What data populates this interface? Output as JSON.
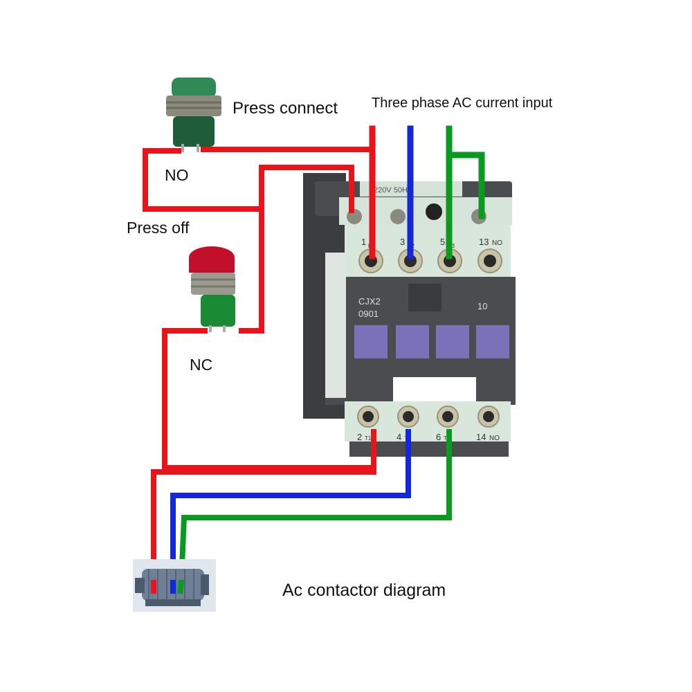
{
  "labels": {
    "press_connect": "Press connect",
    "three_phase_input": "Three phase AC current input",
    "no_contact": "NO",
    "press_off": "Press off",
    "nc_contact": "NC",
    "diagram_title": "Ac contactor diagram"
  },
  "contactor": {
    "model": "CJX2",
    "model_number": "0901",
    "contact_code": "10",
    "rating_text": "220V 50Hz",
    "top_terminals": [
      "1",
      "L1",
      "3",
      "L2",
      "5",
      "L3",
      "13",
      "NO"
    ],
    "bottom_terminals": [
      "2",
      "T1",
      "4",
      "T2",
      "6",
      "T3",
      "14",
      "NO"
    ]
  },
  "colors": {
    "phase_1": "#e8141c",
    "phase_2": "#1428d8",
    "phase_3": "#0a9a20",
    "control_wire": "#e8141c",
    "contactor_body": "#4a4c50",
    "terminal_panel": "#d9e6dc",
    "coil_window": "#7a72b8",
    "start_button": "#2f8a55",
    "stop_button": "#c2102a"
  },
  "icons": [
    "start-push-button-icon",
    "stop-push-button-icon",
    "contactor-icon",
    "motor-icon"
  ]
}
